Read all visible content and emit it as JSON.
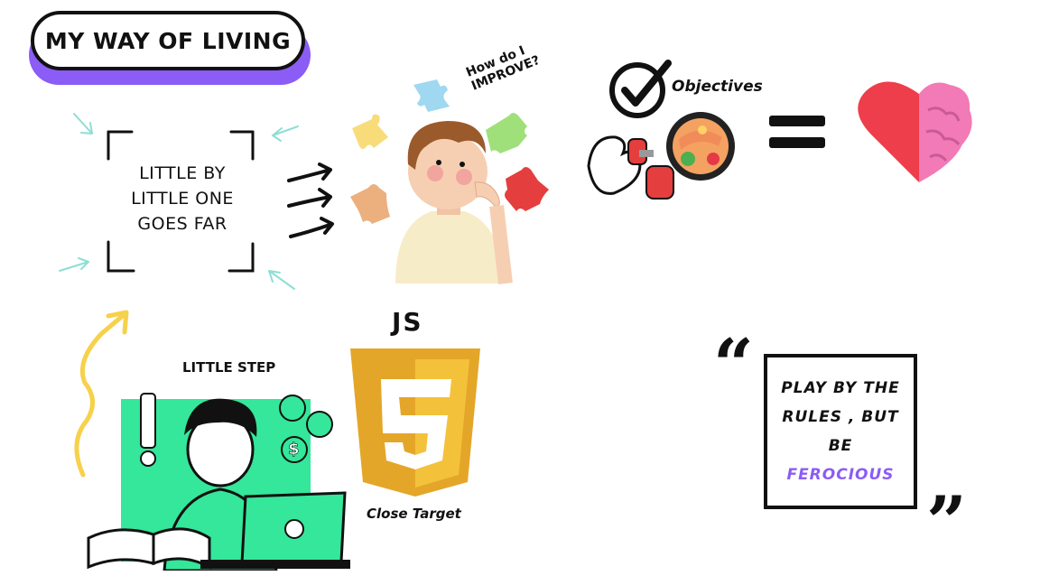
{
  "title": "MY WAY OF LIVING",
  "motto": {
    "line1": "LITTLE BY",
    "line2": "LITTLE ONE",
    "line3": "GOES FAR"
  },
  "thinker": {
    "question_line1": "How do I",
    "question_line2": "IMPROVE?"
  },
  "objectives": {
    "label": "Objectives"
  },
  "little_step": {
    "label": "LITTLE STEP"
  },
  "js_logo": {
    "label": "JS",
    "digit": "5"
  },
  "target": {
    "label": "Close Target"
  },
  "quote": {
    "line1": "PLAY BY THE",
    "line2": "RULES , BUT BE",
    "line3": "FEROCIOUS",
    "open_mark": "“",
    "close_mark": "”"
  },
  "colors": {
    "accent_purple": "#8b5cf6",
    "green": "#34e79a",
    "yellow": "#f7d14a",
    "red": "#e53e3e",
    "js_orange": "#e4a629",
    "teal": "#8fded4"
  }
}
